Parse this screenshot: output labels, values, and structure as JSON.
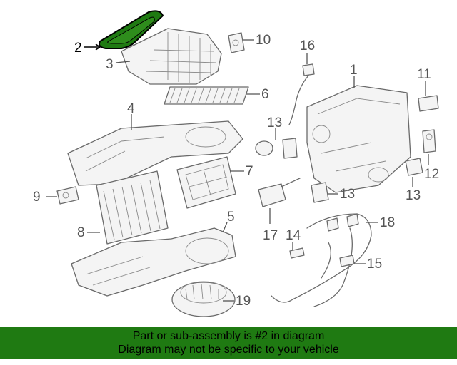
{
  "callouts": {
    "c1": "1",
    "c2": "2",
    "c3": "3",
    "c4": "4",
    "c5": "5",
    "c6": "6",
    "c7": "7",
    "c8": "8",
    "c9": "9",
    "c10": "10",
    "c11": "11",
    "c12": "12",
    "c13a": "13",
    "c13b": "13",
    "c13c": "13",
    "c14": "14",
    "c15": "15",
    "c16": "16",
    "c17": "17",
    "c18": "18",
    "c19": "19"
  },
  "highlight_color": "#1f7a12",
  "banner": {
    "line1": "Part or sub-assembly is #2 in diagram",
    "line2": "Diagram may not be specific to your vehicle"
  }
}
